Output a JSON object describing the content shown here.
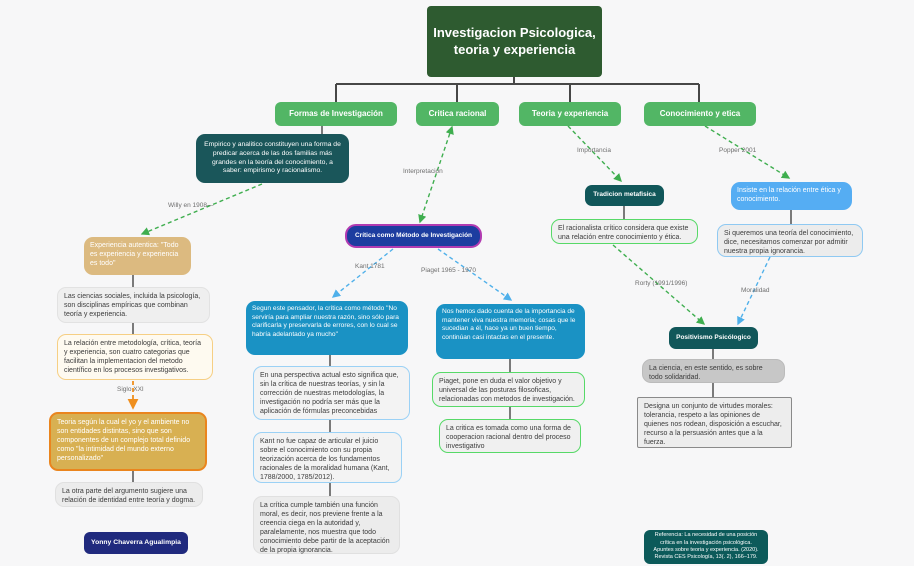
{
  "title": "Investigacion Psicologica, teoria y experiencia",
  "branches": {
    "formas": "Formas de Investigación",
    "critica_racional": "Critica racional",
    "teoria_experiencia": "Teoria y experiencia",
    "conocimiento_etica": "Conocimiento y etica"
  },
  "nodes": {
    "empirico": "Empirico y analitico constituyen una forma de predicar acerca de las dos familias más grandes en la teoría del conocimiento, a saber: empirismo y racionalismo.",
    "experiencia_autentica": "Experiencia autentica: \"Todo es experiencia y experiencia es todo\"",
    "ciencias_sociales": "Las ciencias sociales, incluida la psicología, son disciplinas empíricas que combinan teoría y experiencia.",
    "relacion_metodologia": "La relación entre metodología, crítica, teoría y experiencia, son cuatro categorias que facilitan la implementacion del metodo científico en los procesos investigativos.",
    "teoria_yo_ambiente": "Teoria según la cual el yo y el ambiente no son entidades distintas, sino que son componentes de un complejo total definido como \"la intimidad del mundo externo personalizado\"",
    "otra_parte": "La otra parte del argumento sugiere una relación de identidad entre teoría y dogma.",
    "critica_metodo": "Crítica como Método de Investigación",
    "segun_pensador": "Segun este pensador, la crítica como método \"No serviría para ampliar nuestra razón, sino sólo para clarificarla y preservarla de errores, con lo cual se habría adelantado ya mucho\"",
    "perspectiva_actual": "En una perspectiva actual esto significa que, sin la crítica de nuestras teorías, y sin la corrección de nuestras metodologías, la investigación no podría ser más que la aplicación de fórmulas preconcebidas",
    "kant_no_fue": "Kant no fue capaz de articular el juicio sobre el conocimiento con su propia teorización acerca de los fundamentos racionales de la moralidad humana (Kant, 1788/2000, 1785/2012).",
    "critica_funcion_moral": "La crítica cumple también una función moral, es decir, nos previene frente a la creencia ciega en la autoridad y, paralelamente, nos muestra que todo conocimiento debe partir de la aceptación de la propia ignorancia.",
    "nos_hemos_dado": "Nos hemos dado cuenta de la importancia de mantener viva nuestra memoria; cosas que le sucedian a él, hace ya un buen tiempo, continúan casi intactas en el presente.",
    "piaget_duda": "Piaget, pone en duda el valor objetivo y universal de las posturas filosoficas, relacionadas con metodos de investigación.",
    "critica_cooperacion": "La critica es tomada como una forma de cooperacion racional dentro del proceso investigativo",
    "tradicion_metafisica": "Tradicion metafisica",
    "racionalista_critico": "El racionalista crítico considera que existe una relación entre conocimiento y ética.",
    "insiste_relacion": "Insiste en la relación entre ética y conocimiento.",
    "si_queremos": "Si queremos una teoría del conocimiento, dice, necesitamos comenzar por admitir nuestra propia ignorancia.",
    "positivismo": "Positivismo Psicólogico",
    "ciencia_solidaridad": "La ciencia, en este sentido, es sobre todo solidaridad.",
    "designa_virtudes": "Designa un conjunto de virtudes morales: tolerancia, respeto a las opiniones de quienes nos rodean, disposición a escuchar, recurso a la persuasión antes que a la fuerza."
  },
  "edge_labels": {
    "willy": "Willy en 1908—",
    "interpretacion": "Interpretación",
    "siglo_xxi": "Siglo XXI",
    "kant_1781": "Kant 1781",
    "piaget_1965": "Piaget 1965 - 1970",
    "importancia": "Importancia",
    "popper": "Popper 2001",
    "rorty": "Rorty (1991/1996)",
    "moralidad": "Moralidad"
  },
  "footer": {
    "author": "Yonny Chaverra Agualimpia",
    "referencia": "Referencia: La necesidad de una posición crítica en la investigación psicológica. Apuntes sobre teoria y experiencia. (2020). Revista CES Psicología, 13(. 2), 166–179."
  },
  "colors": {
    "root_green": "#2e5b30",
    "branch_green": "#52b665",
    "teal_note": "#1a565a",
    "deep_teal": "#11575a",
    "reference_teal": "#0c5a5a",
    "blue_note": "#1a92c4",
    "light_blue_note": "#55adf3",
    "navy_method": "#1d3da0",
    "magenta_border": "#b13bb1",
    "tan_note": "#dcba80",
    "gold_note": "#d8b052",
    "orange_border": "#ea851e",
    "author_navy": "#202a7e",
    "dashed_green": "#3fae4f",
    "dashed_blue": "#4fb0ea",
    "dashed_orange": "#ef8f1f",
    "solid_connector": "#474747"
  }
}
